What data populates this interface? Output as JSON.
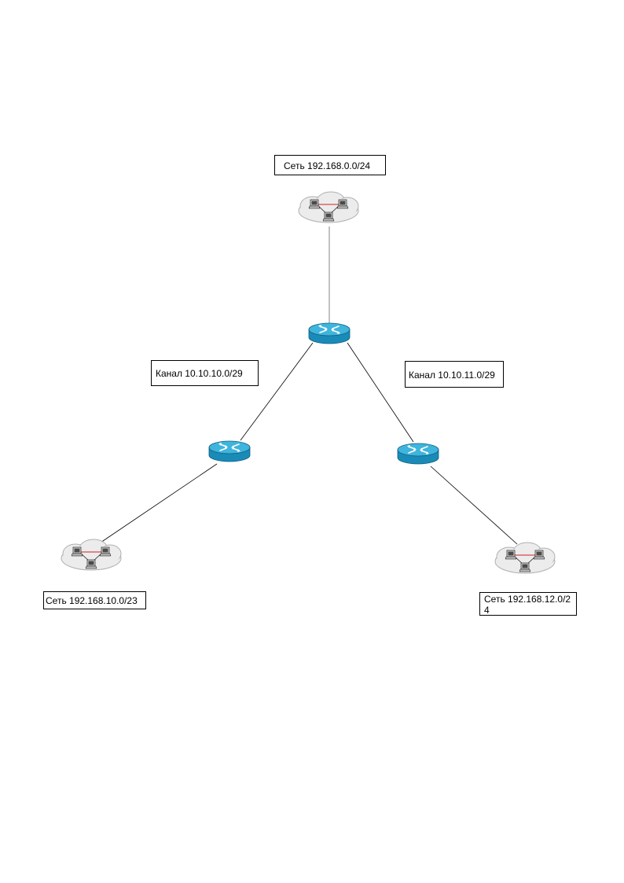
{
  "labels": {
    "net_top": "Сеть 192.168.0.0/24",
    "link_left": "Канал 10.10.10.0/29",
    "link_right": "Канал 10.10.11.0/29",
    "net_left": "Сеть 192.168.10.0/23",
    "net_right": "Сеть 192.168.12.0/24"
  },
  "colors": {
    "router_fill": "#1a8bb8",
    "router_top": "#3fb4dc",
    "cloud_fill": "#e8e8e8",
    "lan_link": "#d02020",
    "wire": "#000000",
    "wire_top": "#999999"
  },
  "icons": [
    "router-icon",
    "lan-cloud-icon"
  ]
}
